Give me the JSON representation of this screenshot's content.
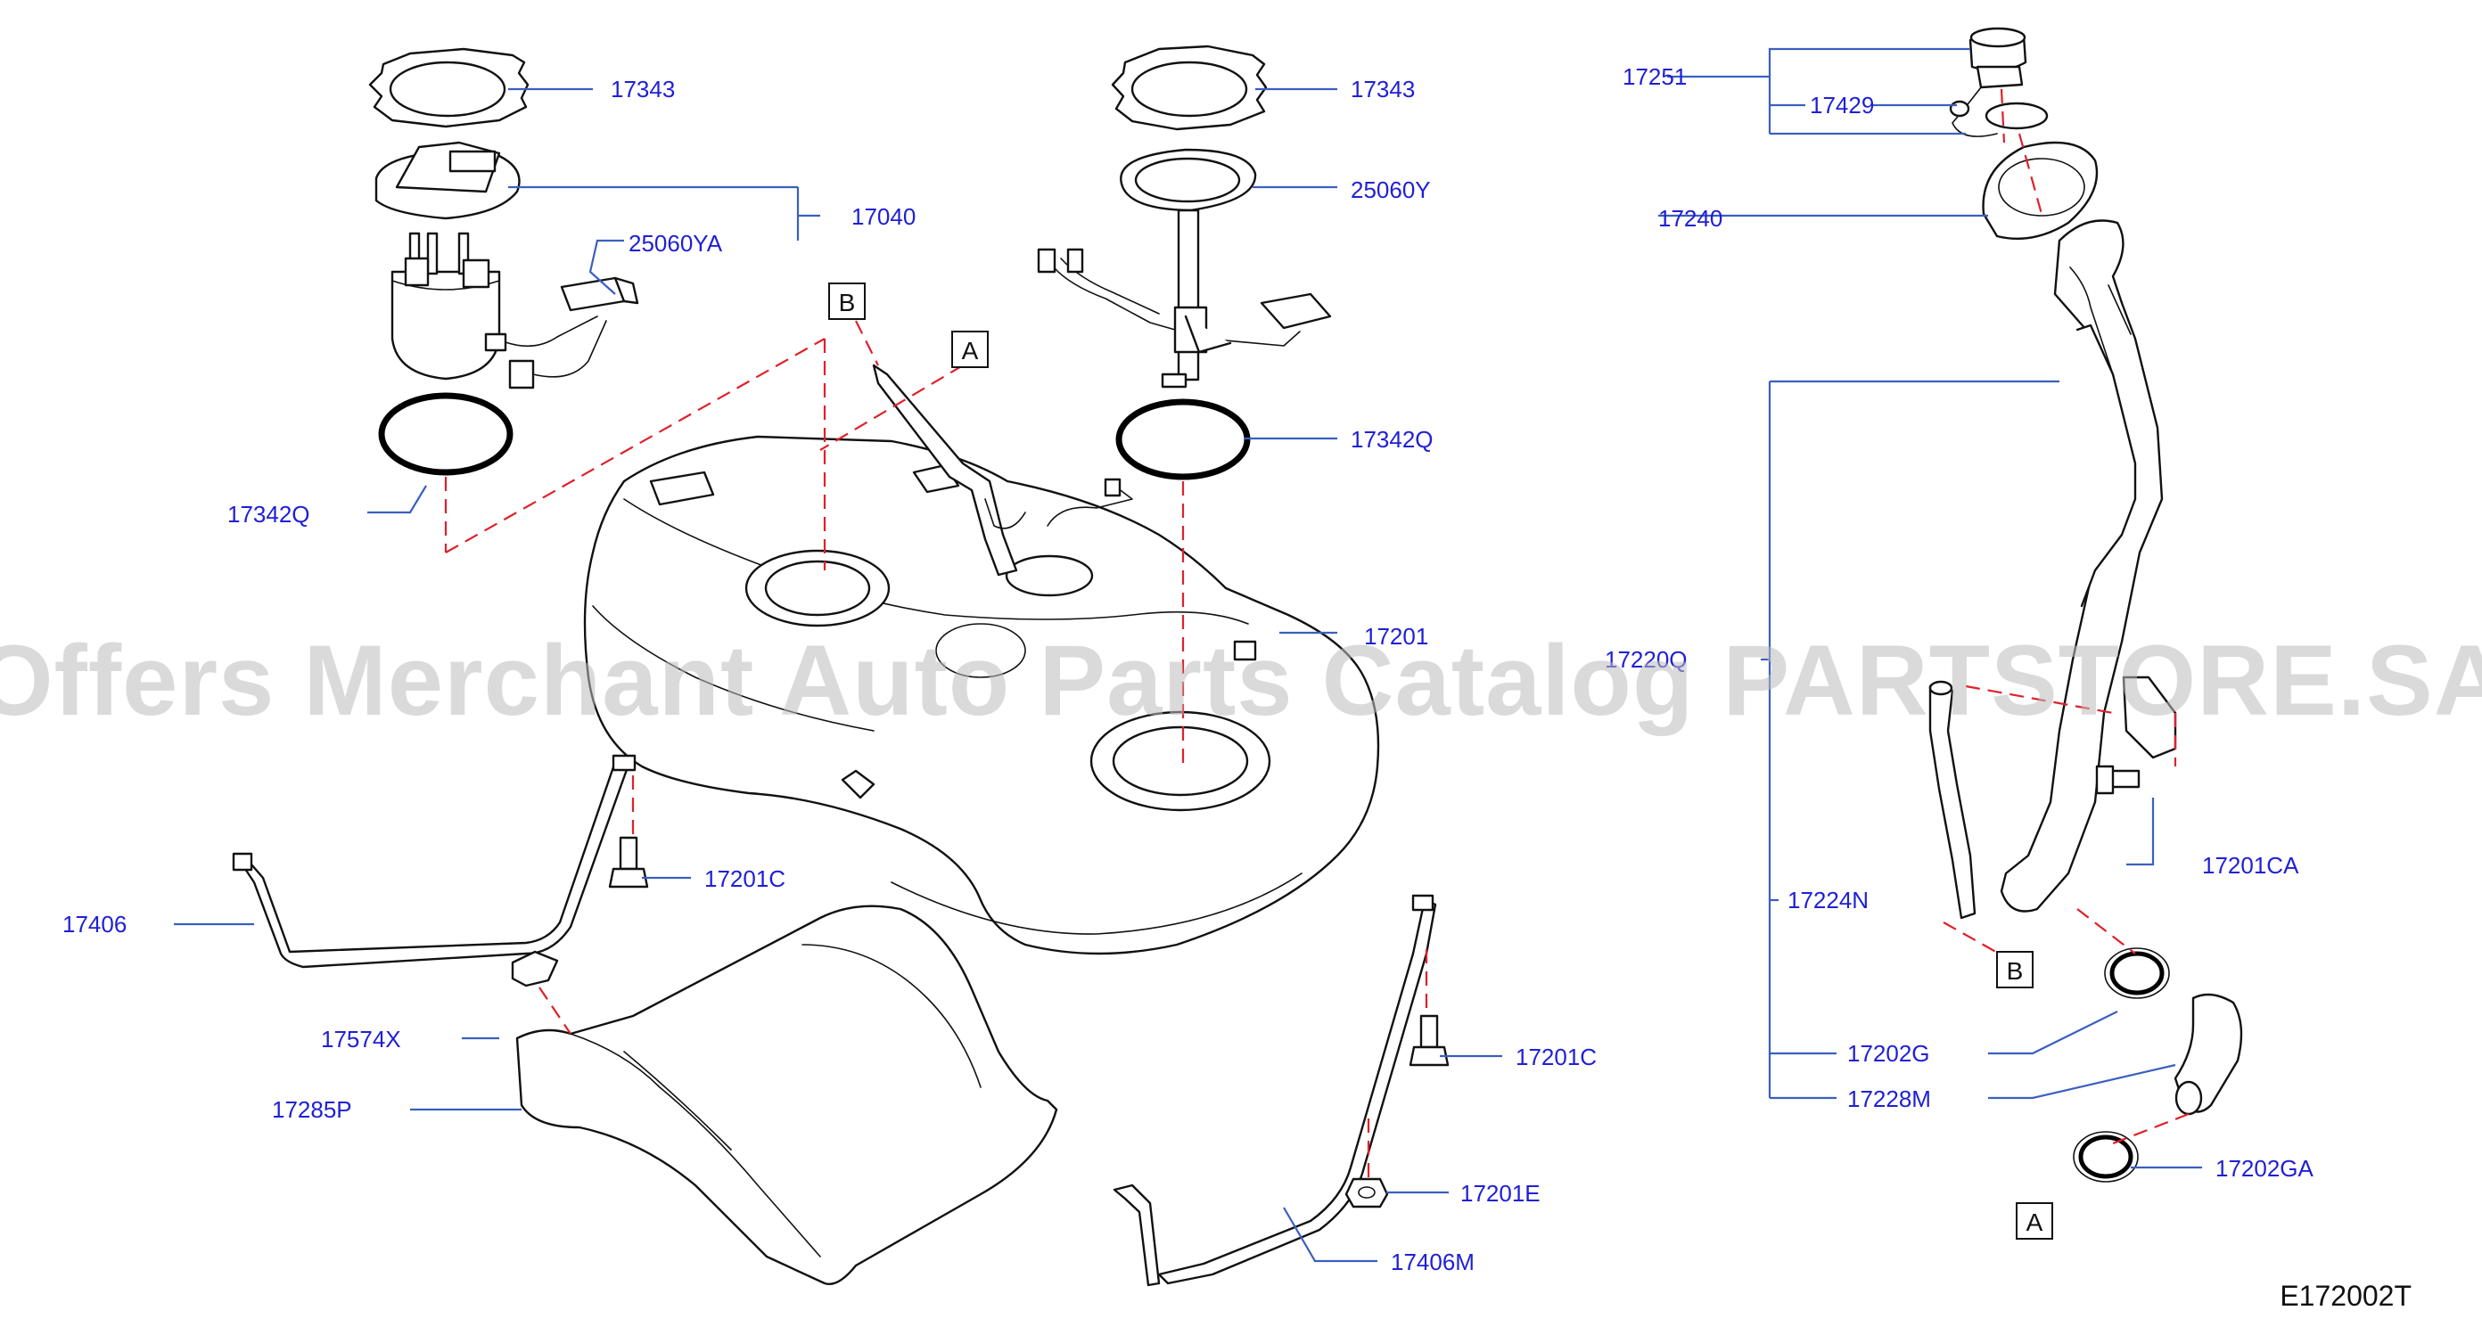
{
  "watermark": "Offers Merchant Auto Parts Catalog PARTSTORE.SA",
  "diagram_code": "E172002T",
  "callout_boxes": {
    "a": "A",
    "b": "B"
  },
  "labels": {
    "l_17343_left": "17343",
    "l_17343_mid": "17343",
    "l_17040": "17040",
    "l_25060ya": "25060YA",
    "l_25060y": "25060Y",
    "l_17342q_left": "17342Q",
    "l_17342q_mid": "17342Q",
    "l_17201": "17201",
    "l_17201c_left": "17201C",
    "l_17201c_right": "17201C",
    "l_17201e": "17201E",
    "l_17406": "17406",
    "l_17406m": "17406M",
    "l_17574x": "17574X",
    "l_17285p": "17285P",
    "l_17251": "17251",
    "l_17429": "17429",
    "l_17240": "17240",
    "l_17220q": "17220Q",
    "l_17224n": "17224N",
    "l_17201ca": "17201CA",
    "l_17202g": "17202G",
    "l_17228m": "17228M",
    "l_17202ga": "17202GA"
  },
  "colors": {
    "label": "#1f1fd6",
    "leader": "#3a5fbf",
    "dash": "#e0202a",
    "line_art": "#111111"
  }
}
